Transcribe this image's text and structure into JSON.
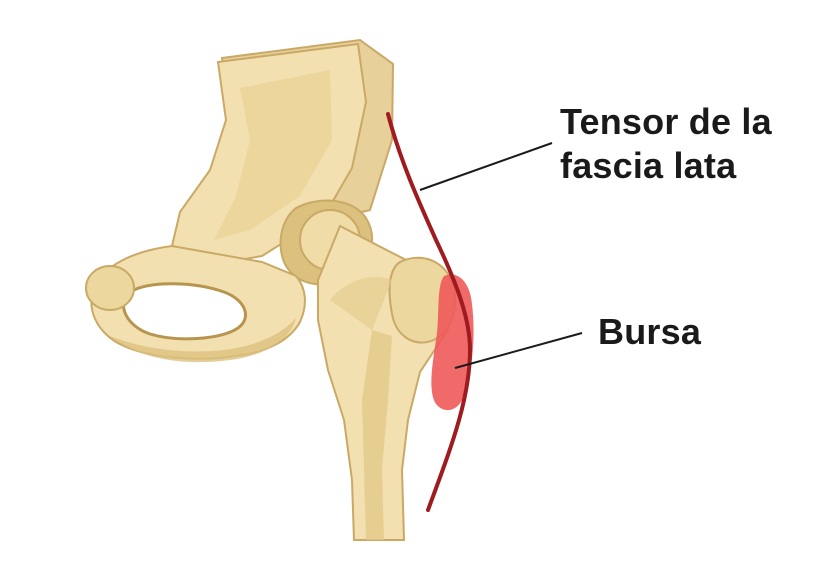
{
  "labels": {
    "tensor_line1": "Tensor de la",
    "tensor_line2": "fascia lata",
    "bursa": "Bursa"
  },
  "colors": {
    "background": "#ffffff",
    "bone_light": "#f2e0b0",
    "bone_mid": "#e2c98a",
    "bone_shadow": "#c9a965",
    "bone_outline": "#b8954f",
    "fascia": "#9e1b1f",
    "bursa": "#ef5a5a",
    "leader": "#1a1a1a"
  }
}
